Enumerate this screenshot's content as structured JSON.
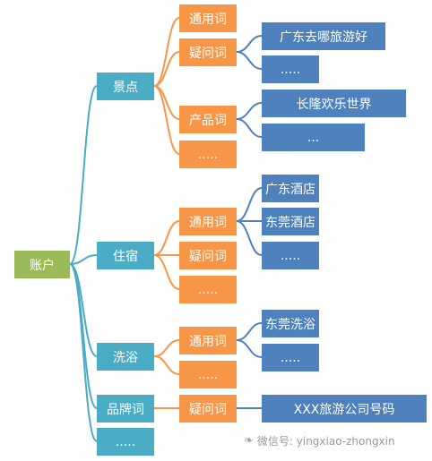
{
  "colors": {
    "root": "#9bbb59",
    "level1": "#4bacc6",
    "level2": "#f79646",
    "level3": "#4f81bd"
  },
  "root": "账户",
  "l1": [
    "景点",
    "住宿",
    "洗浴",
    "品牌词",
    "....."
  ],
  "l2": [
    "通用词",
    "疑问词",
    "产品词",
    ".....",
    "通用词",
    "疑问词",
    ".....",
    "通用词",
    ".....",
    "疑问词"
  ],
  "l3": [
    "广东去哪旅游好",
    ".....",
    "长隆欢乐世界",
    "...",
    "广东酒店",
    "东莞酒店",
    ".....",
    "东莞洗浴",
    ".....",
    "XXX旅游公司号码"
  ],
  "watermark": {
    "text": "微信号: yingxiao-zhongxin",
    "icon": "wechat-icon"
  }
}
